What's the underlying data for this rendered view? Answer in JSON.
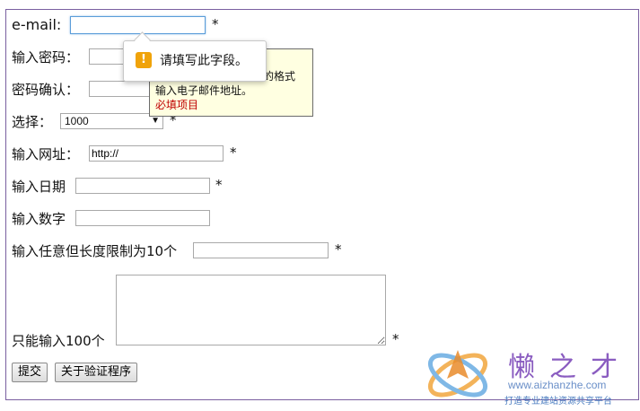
{
  "form": {
    "email_label": "e-mail:",
    "password_label": "输入密码：",
    "confirm_label": "密码确认：",
    "select_label": "选择：",
    "select_value": "1000",
    "url_label": "输入网址：",
    "url_value": "http://",
    "date_label": "输入日期",
    "number_label": "输入数字",
    "any_len_label": "输入任意但长度限制为10个",
    "textarea_label": "只能输入100个",
    "required_mark": "*",
    "submit_label": "提交",
    "about_label": "关于验证程序"
  },
  "validation_bubble": {
    "icon": "warning-icon",
    "message": "请填写此字段。"
  },
  "tooltip": {
    "line1_fragment": "的格式",
    "line2": "输入电子邮件地址。",
    "line3": "必填项目"
  },
  "watermark": {
    "brand": "懒之才",
    "url": "www.aizhanzhe.com",
    "slogan": "打造专业建站资源共享平台"
  },
  "colors": {
    "focus_border": "#5b9dd9",
    "warning": "#f0a30a",
    "tooltip_bg": "#ffffe1",
    "required_red": "#c00000"
  }
}
